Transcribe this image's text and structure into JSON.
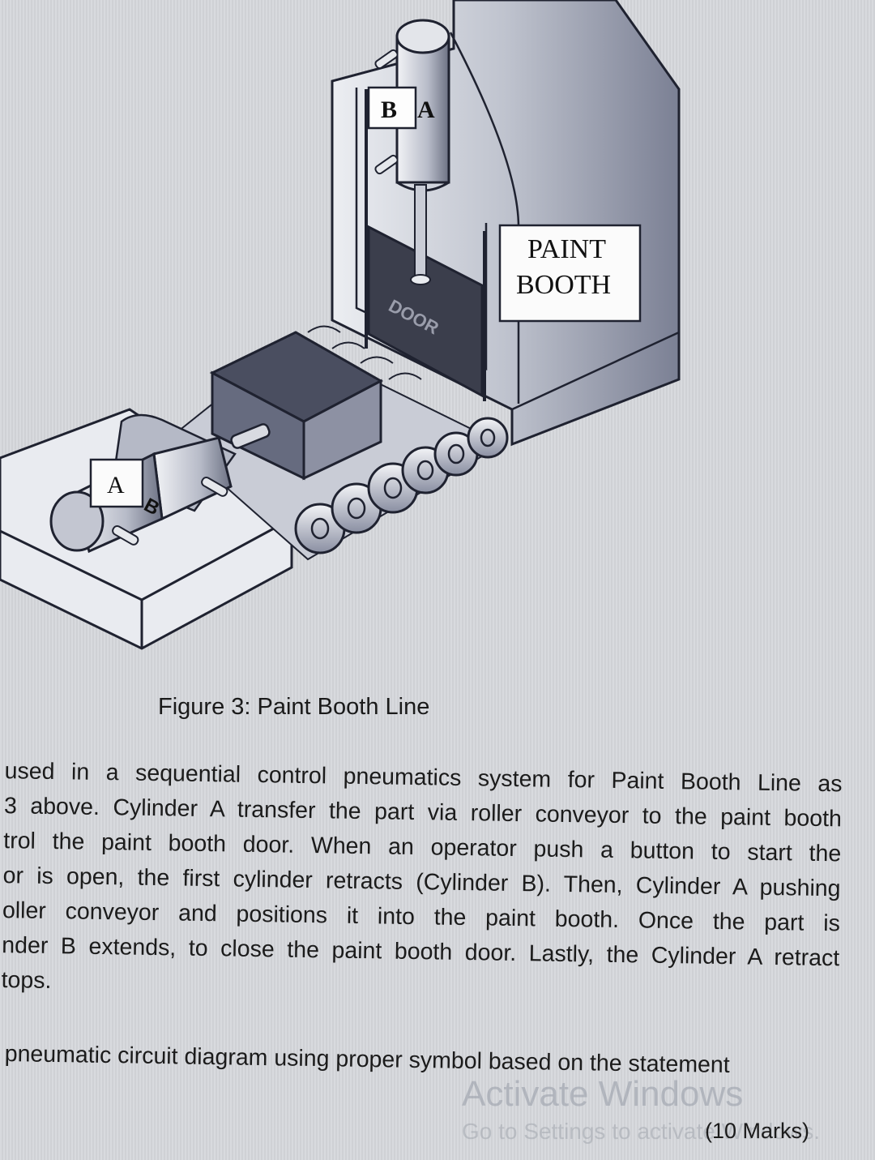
{
  "figure": {
    "caption": "Figure 3: Paint Booth Line",
    "labels": {
      "cyl_b_top": "B",
      "cyl_a_top": "A",
      "paint": "PAINT",
      "booth": "BOOTH",
      "door": "DOOR",
      "cyl_a_base": "A",
      "cyl_b_base": "B"
    }
  },
  "paragraph": {
    "lines": [
      "used in a sequential control pneumatics system for Paint Booth Line as",
      "3 above. Cylinder A transfer the part via roller conveyor to the paint booth",
      "trol the paint booth door. When an operator push a button to start the",
      "or is open, the first cylinder retracts (Cylinder B). Then, Cylinder A pushing",
      "oller conveyor and positions it into the paint booth. Once the part is",
      "nder B extends, to close the paint booth door. Lastly, the Cylinder A retract",
      "tops."
    ]
  },
  "question": "pneumatic circuit diagram using proper symbol based on the statement",
  "marks": "(10 Marks)",
  "watermark": {
    "title": "Activate Windows",
    "subtitle": "Go to Settings to activate Windows."
  }
}
